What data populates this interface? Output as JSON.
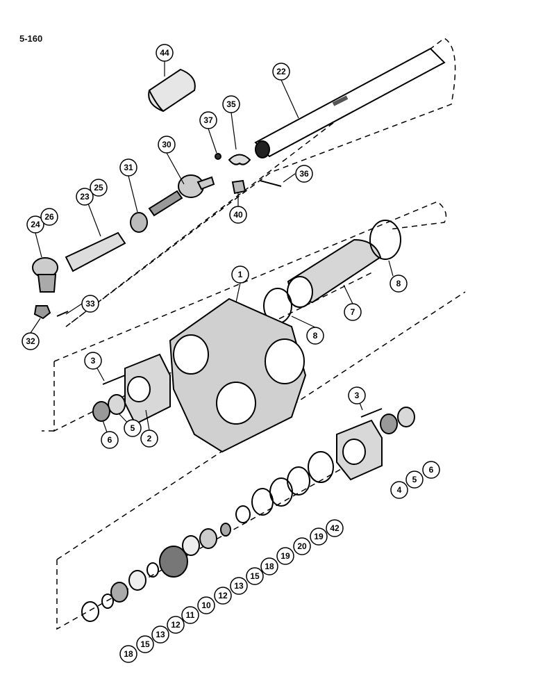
{
  "page": {
    "ref": "5-160"
  },
  "callouts": [
    "44",
    "22",
    "35",
    "37",
    "30",
    "31",
    "36",
    "23",
    "25",
    "24",
    "26",
    "40",
    "1",
    "8",
    "7",
    "33",
    "32",
    "3",
    "2",
    "5",
    "6",
    "4",
    "42",
    "20",
    "19",
    "18",
    "15",
    "13",
    "12",
    "11",
    "10"
  ],
  "colors": {
    "ink": "#000000",
    "paper": "#ffffff",
    "shade": "#8a8a8a"
  }
}
